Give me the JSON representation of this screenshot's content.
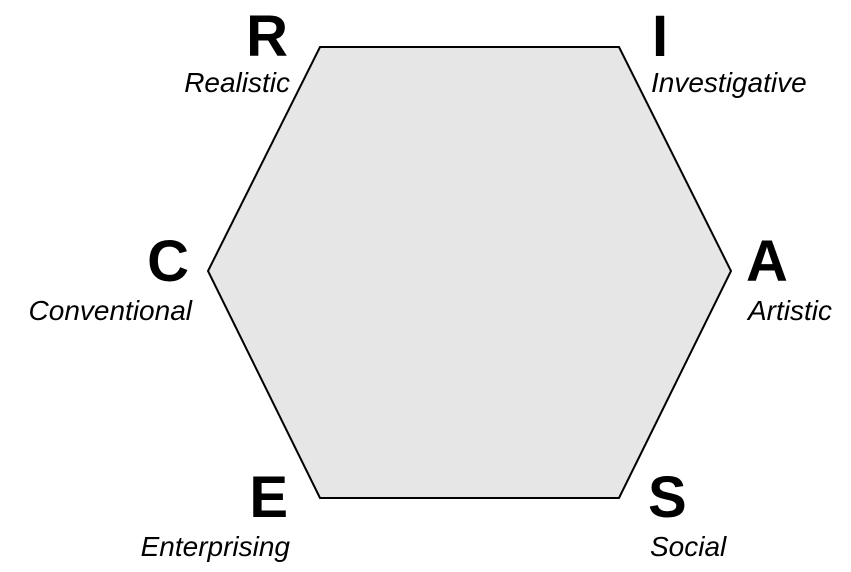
{
  "colors": {
    "hexagon_fill": "#e6e6e6",
    "hexagon_stroke": "#000000",
    "text": "#000000"
  },
  "nodes": [
    {
      "id": "realistic",
      "letter": "R",
      "label": "Realistic"
    },
    {
      "id": "investigative",
      "letter": "I",
      "label": "Investigative"
    },
    {
      "id": "artistic",
      "letter": "A",
      "label": "Artistic"
    },
    {
      "id": "social",
      "letter": "S",
      "label": "Social"
    },
    {
      "id": "enterprising",
      "letter": "E",
      "label": "Enterprising"
    },
    {
      "id": "conventional",
      "letter": "C",
      "label": "Conventional"
    }
  ]
}
